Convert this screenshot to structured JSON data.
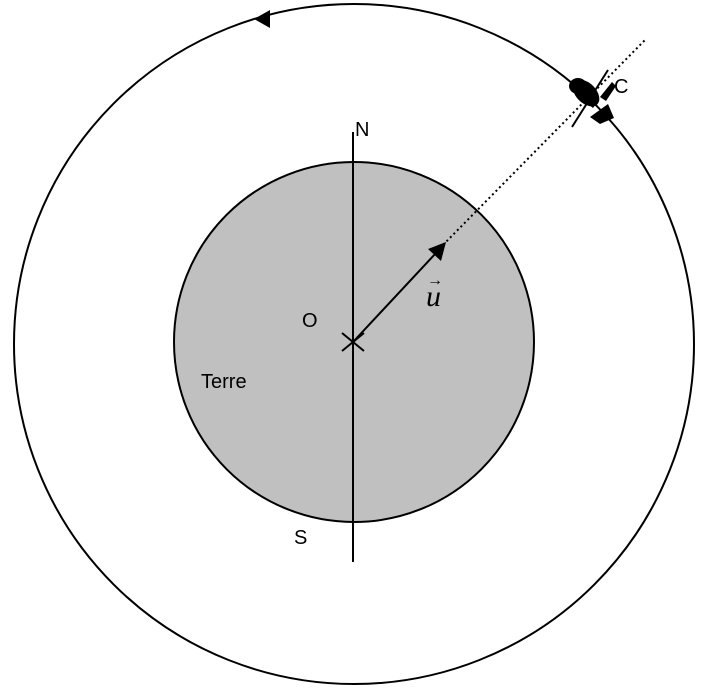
{
  "labels": {
    "north": "N",
    "south": "S",
    "center": "O",
    "satellite": "C",
    "earth": "Terre",
    "vector": "u",
    "vector_arrow": "→"
  },
  "colors": {
    "earth_fill": "#c0c0c0",
    "stroke": "#000000",
    "background": "#ffffff"
  },
  "icons": {
    "satellite": "satellite-icon",
    "orbit_direction": "arrowhead-icon"
  }
}
